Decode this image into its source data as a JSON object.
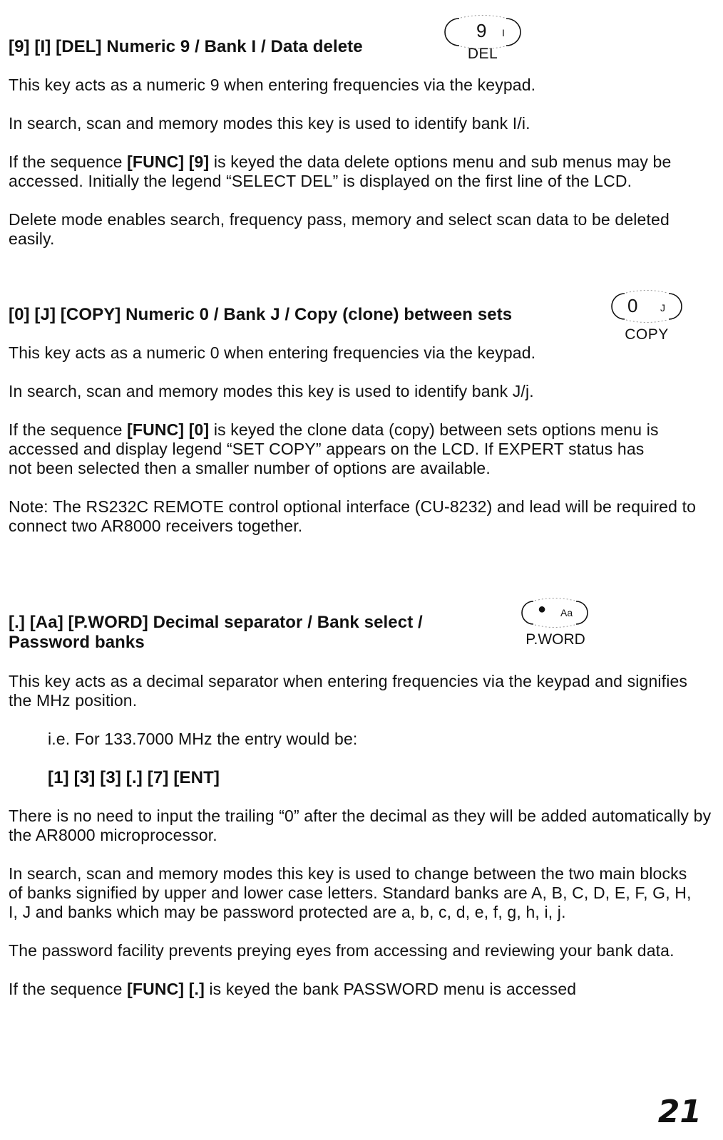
{
  "sections": [
    {
      "heading": "[9] [I] [DEL]  Numeric 9 / Bank I / Data delete",
      "key": {
        "main": "9",
        "sub": "I",
        "legend": "DEL"
      },
      "paragraphs": [
        "This key acts as a numeric 9 when entering frequencies via the keypad.",
        "In search, scan and memory modes this key is used to identify bank I/i.",
        "Delete mode enables search, frequency pass, memory and select scan data to be deleted easily."
      ],
      "func_para": {
        "pre": "If the sequence ",
        "seq": "[FUNC] [9]",
        "post": " is keyed the data delete options menu and sub menus may be accessed.  Initially the legend “SELECT DEL” is displayed on the first line of the LCD."
      }
    },
    {
      "heading": "[0] [J] [COPY]  Numeric 0 / Bank J / Copy (clone) between sets",
      "key": {
        "main": "0",
        "sub": "J",
        "legend": "COPY"
      },
      "paragraphs": [
        "This key acts as a numeric 0 when entering frequencies via the keypad.",
        "In search, scan and memory modes this key is used to identify bank J/j.",
        "Note: The RS232C REMOTE control optional interface (CU-8232) and lead will be required to connect two AR8000 receivers together."
      ],
      "func_para": {
        "pre": "If the sequence ",
        "seq": "[FUNC] [0]",
        "post": " is keyed the clone data (copy) between sets options menu is accessed and display legend “SET COPY” appears on the LCD.  If EXPERT status has not been selected then a smaller number of options are available."
      }
    },
    {
      "heading": "[.] [Aa] [P.WORD]  Decimal separator / Bank select / Password banks",
      "key": {
        "main": "●",
        "sub": "Aa",
        "legend": "P.WORD"
      },
      "paragraphs": [
        "This key acts as a decimal separator when entering frequencies via the keypad and signifies the MHz position.",
        "i.e. For 133.7000 MHz the entry would be:",
        "[1] [3] [3] [.] [7] [ENT]",
        "There is no need to input the trailing “0” after the decimal as they will be added automatically by the AR8000 microprocessor.",
        "In search, scan and memory modes this key is used to change between the two main blocks of banks signified by upper and lower case letters.  Standard banks are A, B, C, D, E, F, G, H, I, J and banks which may be password protected are a, b, c, d, e, f, g, h, i, j.",
        "The password facility prevents preying eyes from accessing and reviewing your bank data."
      ],
      "func_para": {
        "pre": "If the sequence ",
        "seq": "[FUNC] [.]",
        "post": " is keyed the bank PASSWORD menu is accessed"
      }
    }
  ],
  "page_number": "21"
}
